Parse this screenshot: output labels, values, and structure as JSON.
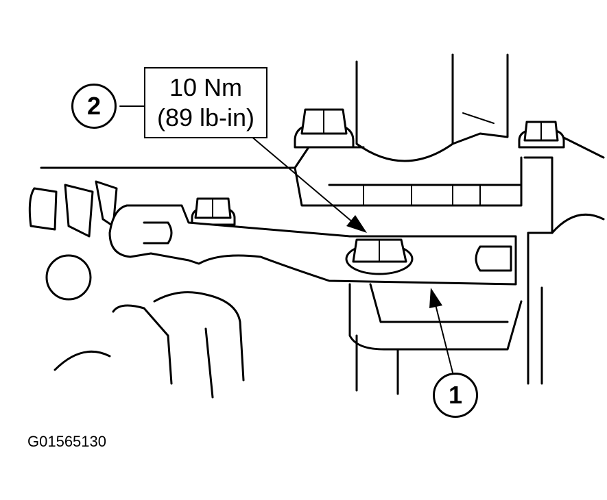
{
  "spec": {
    "torque_nm": "10 Nm",
    "torque_lbin": "(89 lb-in)"
  },
  "callouts": {
    "bracket": "1",
    "bolt": "2"
  },
  "figure_id": "G01565130"
}
